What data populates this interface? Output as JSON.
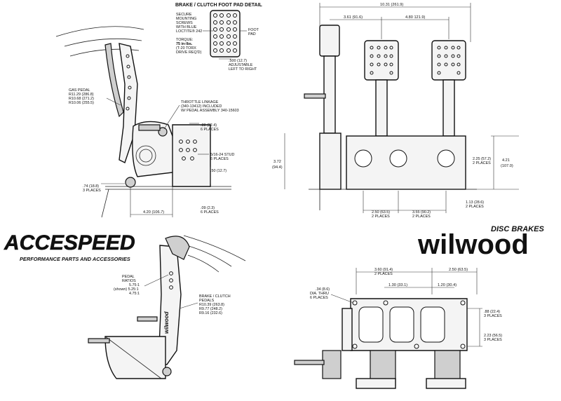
{
  "detail": {
    "title": "BRAKE / CLUTCH FOOT PAD DETAIL",
    "secure_lines": [
      "SECURE",
      "MOUNTING",
      "SCREWS",
      "WITH BLUE",
      "LOCTITE® 242"
    ],
    "torque_lines": [
      "TORQUE:",
      "75 in-lbs.",
      "(T-20 TORX",
      "DRIVE REQ'D)"
    ],
    "foot_pad_lines": [
      "FOOT",
      "PAD"
    ],
    "adjust_lines": [
      ".500 (12.7)",
      "ADJUSTABLE",
      "LEFT TO RIGHT"
    ]
  },
  "side_view": {
    "gas_pedal_lines": [
      "GAS PEDAL",
      "R11.29 (286.8)",
      "R10.68 (271.2)",
      "R10.06 (255.5)"
    ],
    "throttle_lines": [
      "THROTTLE LINKAGE",
      "(340-13412) INCLUDED",
      "W/ PEDAL ASSEMBLY 340-15603"
    ],
    "dim_88": [
      ".88 (22.4)",
      "6 PLACES"
    ],
    "stud_lines": [
      "5/16-24 STUD",
      "6 PLACES"
    ],
    "dim_50": ".50 (12.7)",
    "dim_74": [
      ".74 (18.8)",
      "3 PLACES"
    ],
    "dim_09": [
      ".09 (2.3)",
      "6 PLACES"
    ],
    "dim_420": "4.20 (106.7)"
  },
  "front_view": {
    "overall_width": "10.31 (261.9)",
    "dim_361": "3.61 (91.6)",
    "dim_480": "4.80 121.9)",
    "dim_372": [
      "3.72",
      "(94.4)"
    ],
    "dim_225": [
      "2.25 (57.2)",
      "2 PLACES"
    ],
    "dim_421": [
      "4.21",
      "(107.0)"
    ],
    "dim_113": [
      "1.13 (28.6)",
      "2 PLACES"
    ],
    "dim_250": [
      "2.50 (63.5)",
      "2 PLACES"
    ],
    "dim_355": [
      "3.55 (90.2)",
      "2 PLACES"
    ]
  },
  "pedal_view": {
    "ratio_lines": [
      "PEDAL",
      "RATIOS",
      "5.75:1",
      "(shown) 5.25:1",
      "4.75:1"
    ],
    "brake_lines": [
      "BRAKE / CLUTCH",
      "PEDALS",
      "R10.39 (263.8)",
      "R9.77 (248.2)",
      "R9.16 (232.6)"
    ],
    "pedal_logo": "wilwood"
  },
  "top_view": {
    "dim_360": [
      "3.60 (91.4)",
      "2 PLACES"
    ],
    "dim_250b": "2.50 (63.5)",
    "dim_130": "1.30 (33.1)",
    "dim_120": "1.20 (30.4)",
    "dia_lines": [
      ".34 (8.6)",
      "DIA. THRU",
      "6 PLACES"
    ],
    "dim_88b": [
      ".88 (22.4)",
      "3 PLACES"
    ],
    "dim_223": [
      "2.23 (56.5)",
      "3 PLACES"
    ]
  },
  "branding": {
    "accespeed": "ACCESPEED",
    "accespeed_tagline": "PERFORMANCE PARTS AND ACCESSORIES",
    "wilwood": "wilwood",
    "disc_brakes": "DISC BRAKES",
    "wilwood_red": "#d2202f"
  }
}
